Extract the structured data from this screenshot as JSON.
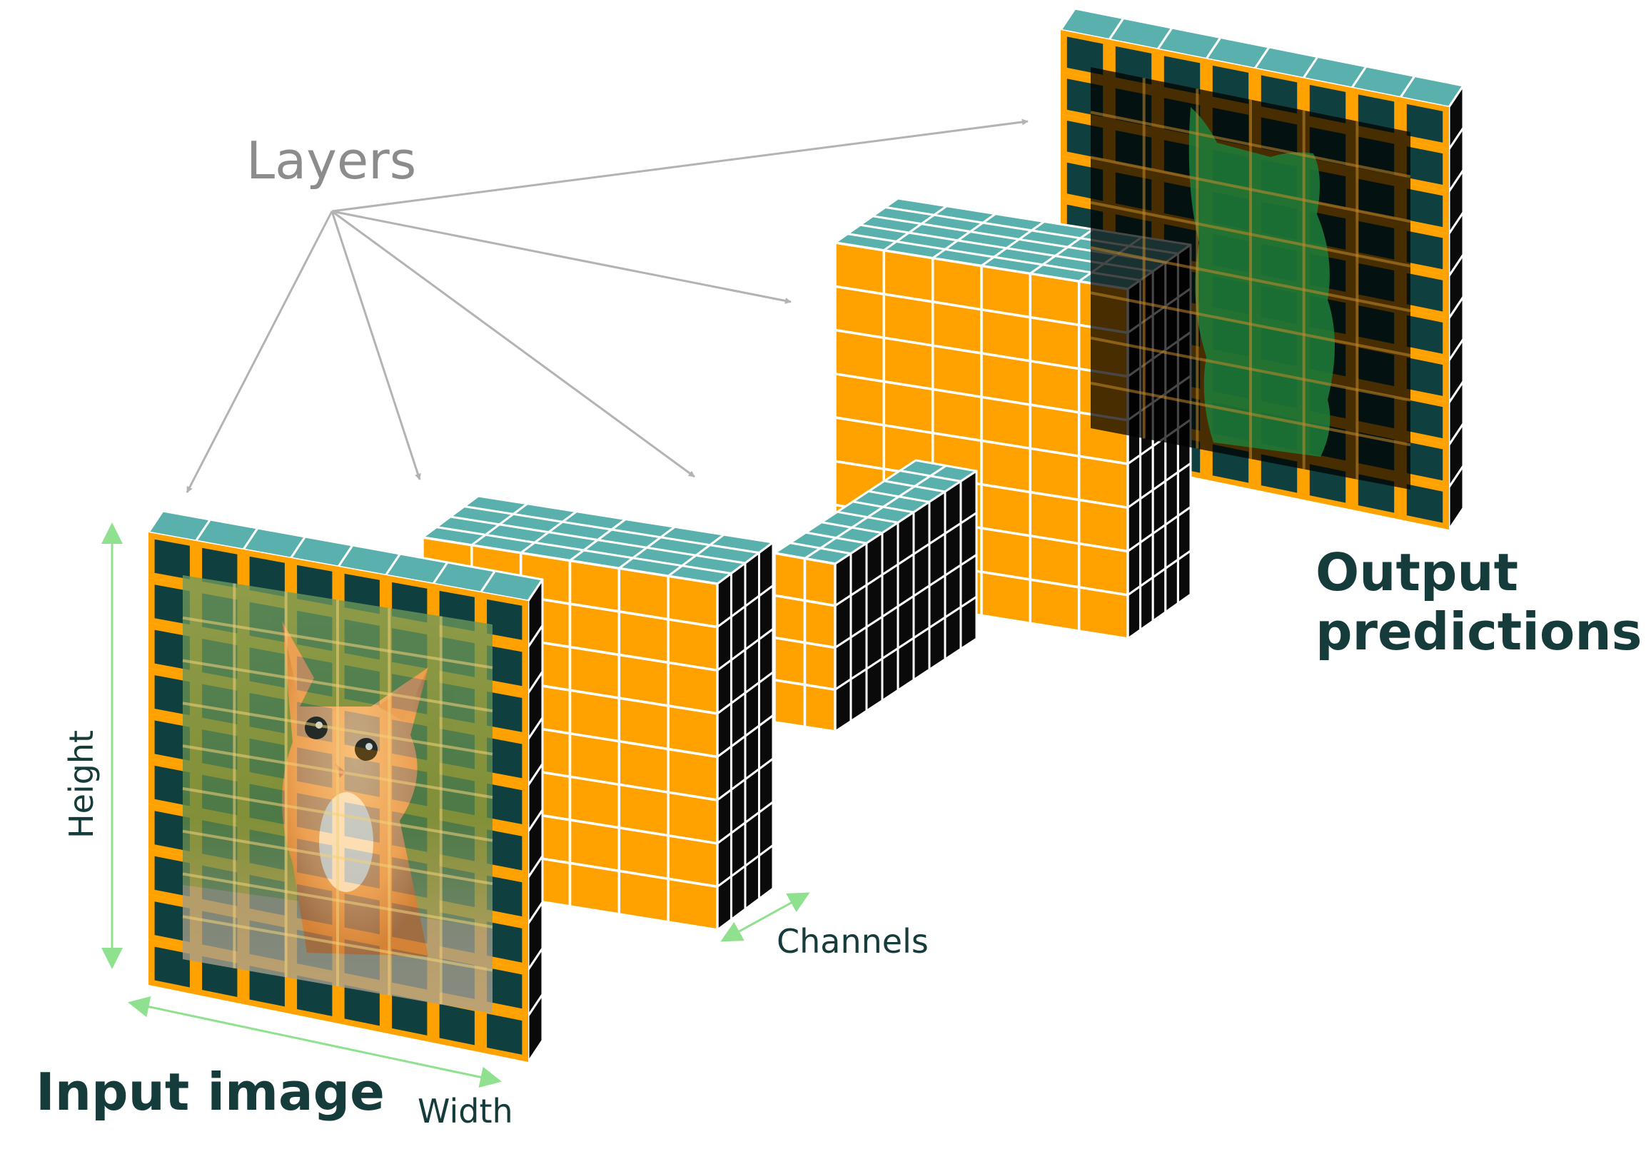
{
  "labels": {
    "layers": "Layers",
    "input_image": "Input image",
    "output_line1": "Output",
    "output_line2": "predictions",
    "height": "Height",
    "width": "Width",
    "channels": "Channels"
  },
  "colors": {
    "cell_orange": "#ffa200",
    "cell_dark": "#0f3f3f",
    "cell_teal": "#5ab0ac",
    "side_black": "#0a0a0a",
    "grid_white": "#ffffff",
    "arrow_gray": "#b3b3b3",
    "dimension_green": "#8fe08f",
    "title_dark": "#163b3b",
    "text_gray": "#8c8c8c",
    "mask_green": "#1f7f3a"
  },
  "icons": {
    "input_photo": "kitten-photo",
    "output_mask": "cat-segmentation-mask"
  }
}
